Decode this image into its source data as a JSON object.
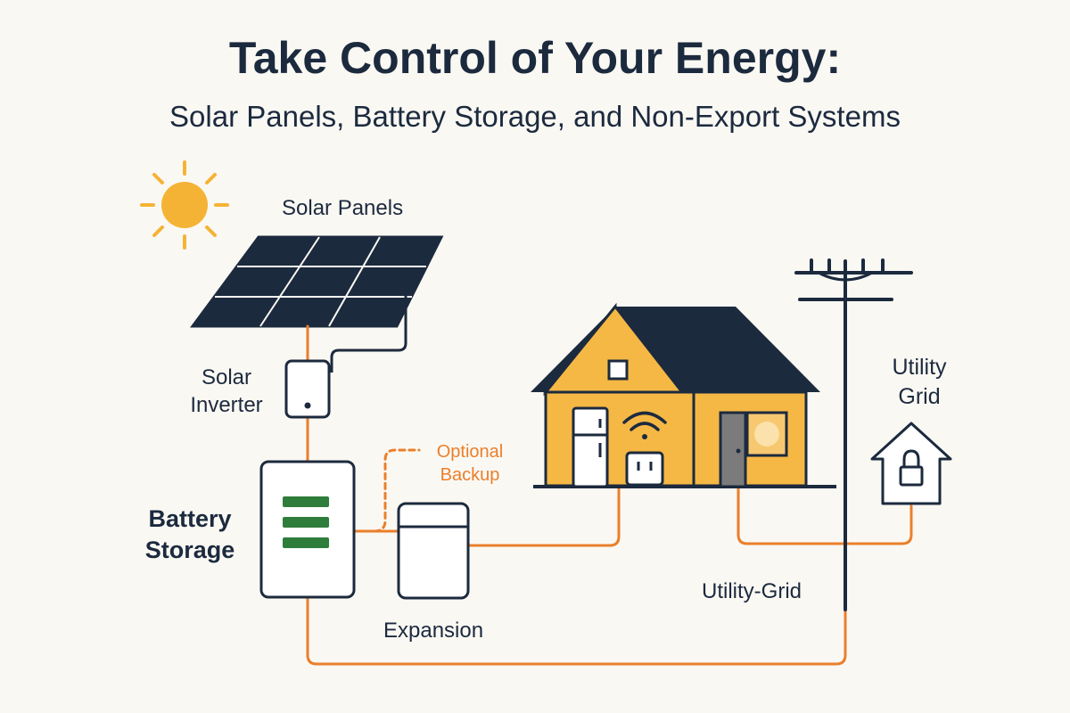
{
  "title": "Take Control of Your Energy:",
  "subtitle": "Solar Panels, Battery Storage, and Non-Export Systems",
  "labels": {
    "solar_panels": "Solar Panels",
    "solar_inverter_line1": "Solar",
    "solar_inverter_line2": "Inverter",
    "battery_line1": "Battery",
    "battery_line2": "Storage",
    "optional_line1": "Optional",
    "optional_line2": "Backup",
    "expansion": "Expansion",
    "utility_grid_line1": "Utility",
    "utility_grid_line2": "Grid",
    "utility_grid_bottom": "Utility-Grid"
  },
  "colors": {
    "navy": "#1c2a3e",
    "orange": "#ea7f2b",
    "sun": "#f5b335",
    "house": "#f5b845",
    "green": "#2f7d3a",
    "background": "#faf8f3"
  }
}
